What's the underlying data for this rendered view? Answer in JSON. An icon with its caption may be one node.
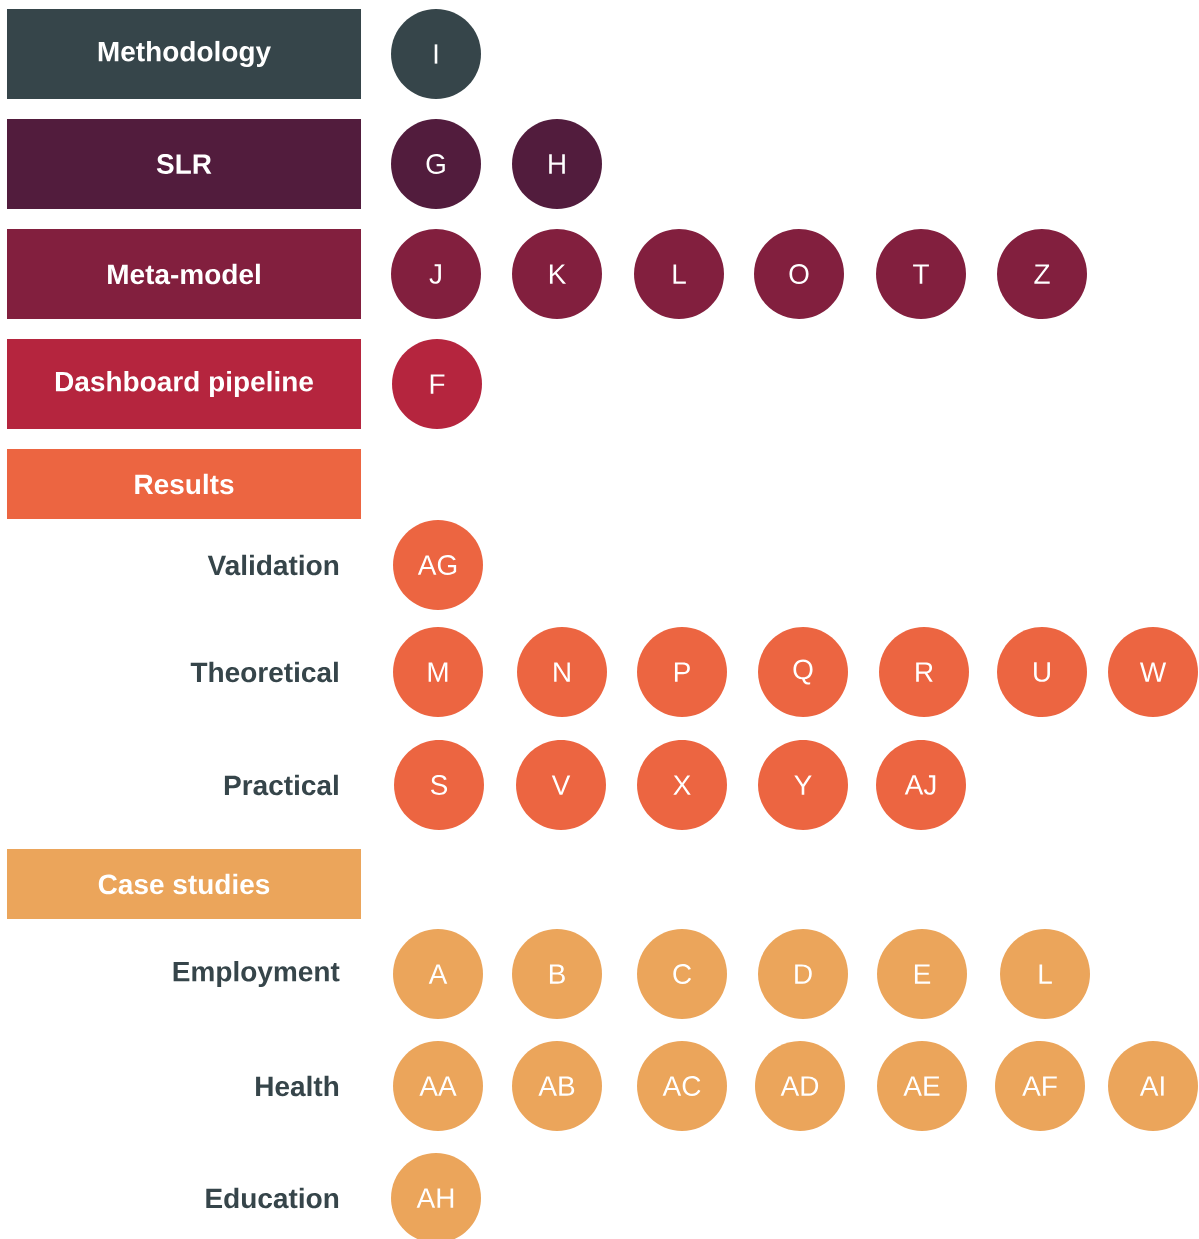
{
  "diagram": {
    "nodes": [
      {
        "text": [
          "Methodology"
        ]
      },
      {
        "text": [
          "I"
        ]
      },
      {
        "text": [
          "SLR"
        ]
      },
      {
        "text": [
          "G"
        ]
      },
      {
        "text": [
          "H"
        ]
      },
      {
        "text": [
          "Meta-model"
        ]
      },
      {
        "text": [
          "J"
        ]
      },
      {
        "text": [
          "K"
        ]
      },
      {
        "text": [
          "L"
        ]
      },
      {
        "text": [
          "O"
        ]
      },
      {
        "text": [
          "T"
        ]
      },
      {
        "text": [
          "Z"
        ]
      },
      {
        "text": [
          "Dashboard pipeline"
        ]
      },
      {
        "text": [
          "F"
        ]
      },
      {
        "text": [
          "Results"
        ]
      },
      {
        "text": [
          "AG"
        ]
      },
      {
        "text": [
          "M"
        ]
      },
      {
        "text": [
          "N"
        ]
      },
      {
        "text": [
          "P"
        ]
      },
      {
        "text": [
          "Q"
        ]
      },
      {
        "text": [
          "R"
        ]
      },
      {
        "text": [
          "U"
        ]
      },
      {
        "text": [
          "W"
        ]
      },
      {
        "text": [
          "S"
        ]
      },
      {
        "text": [
          "V"
        ]
      },
      {
        "text": [
          "X"
        ]
      },
      {
        "text": [
          "Y"
        ]
      },
      {
        "text": [
          "AJ"
        ]
      },
      {
        "text": [
          "Case studies"
        ]
      },
      {
        "text": [
          "A"
        ]
      },
      {
        "text": [
          "B"
        ]
      },
      {
        "text": [
          "C"
        ]
      },
      {
        "text": [
          "D"
        ]
      },
      {
        "text": [
          "E"
        ]
      },
      {
        "text": [
          "L"
        ]
      },
      {
        "text": [
          "AA"
        ]
      },
      {
        "text": [
          "AB"
        ]
      },
      {
        "text": [
          "AC"
        ]
      },
      {
        "text": [
          "AD"
        ]
      },
      {
        "text": [
          "AE"
        ]
      },
      {
        "text": [
          "AF"
        ]
      },
      {
        "text": [
          "AI"
        ]
      },
      {
        "text": [
          "AH"
        ]
      }
    ],
    "labels": [
      "Validation",
      "Theoretical",
      "Practical",
      "Employment",
      "Health",
      "Education"
    ]
  }
}
